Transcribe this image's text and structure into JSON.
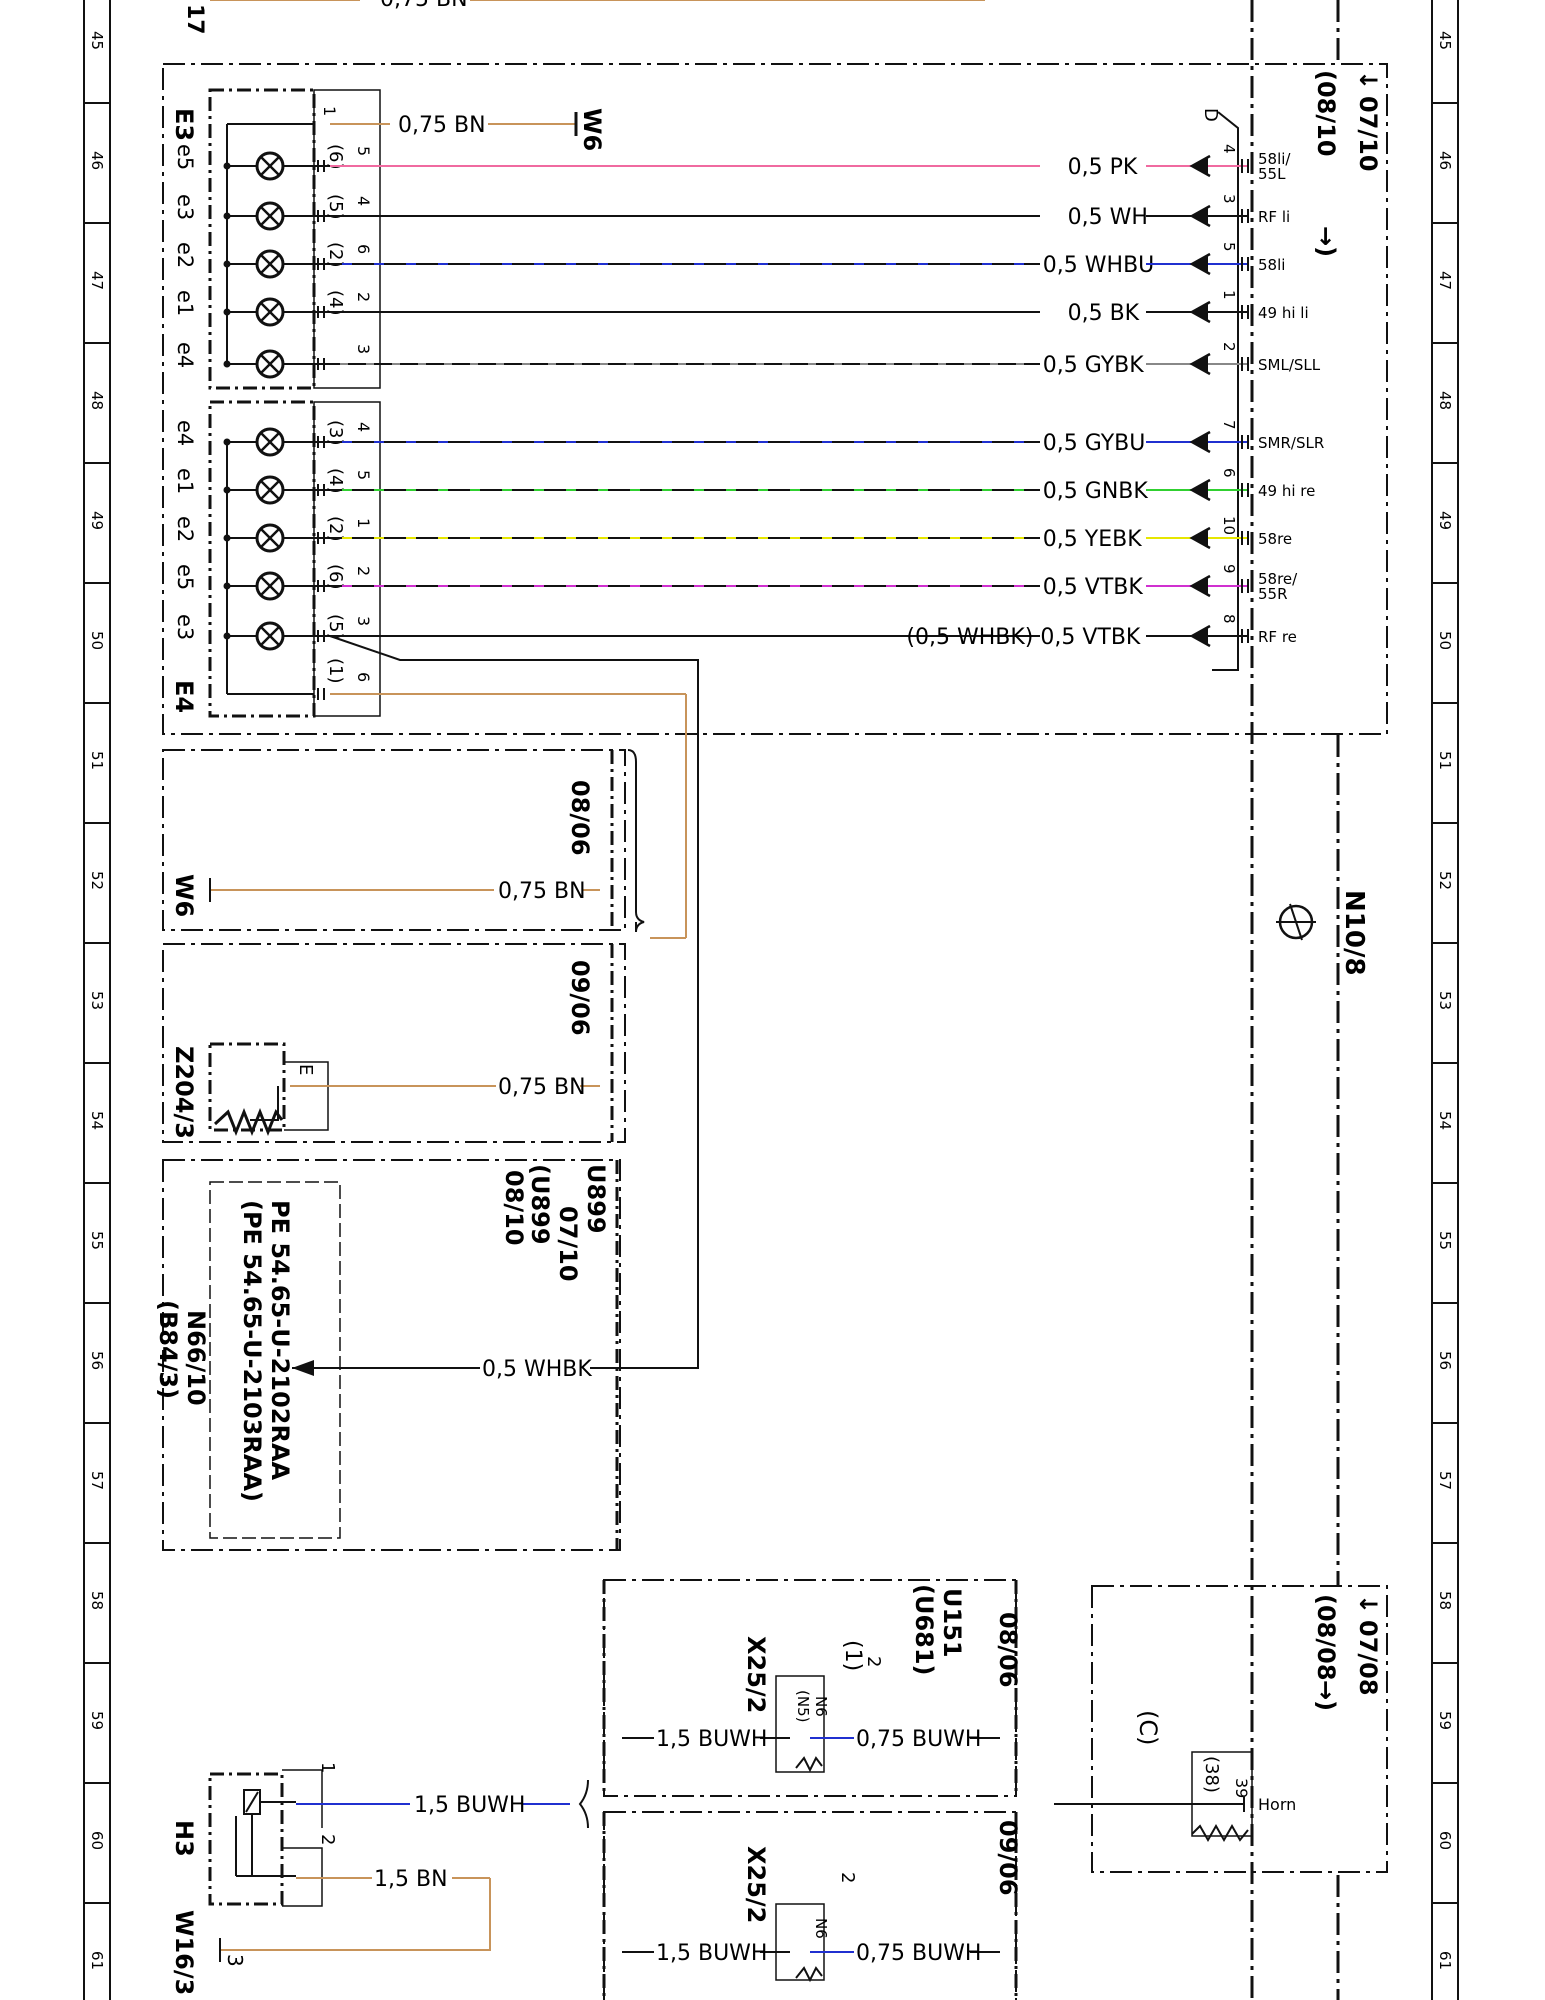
{
  "ruler": {
    "left": [
      "45",
      "46",
      "47",
      "48",
      "49",
      "50",
      "51",
      "52",
      "53",
      "54",
      "55",
      "56",
      "57",
      "58",
      "59",
      "60",
      "61"
    ],
    "right": [
      "45",
      "46",
      "47",
      "48",
      "49",
      "50",
      "51",
      "52",
      "53",
      "54",
      "55",
      "56",
      "57",
      "58",
      "59",
      "60",
      "61"
    ]
  },
  "top_partial": {
    "component": "17",
    "wire": "0,75 BN"
  },
  "e3": {
    "name": "E3",
    "w6_wire": "0,75 BN",
    "w6_label": "W6",
    "top_pin": "1",
    "lamps": [
      "e5",
      "e3",
      "e2",
      "e1",
      "e4"
    ],
    "pins_paren": [
      "(6)",
      "(5)",
      "(2)",
      "(4)",
      ""
    ],
    "pins": [
      "5",
      "4",
      "6",
      "2",
      "3"
    ]
  },
  "e4": {
    "name": "E4",
    "lamps": [
      "e4",
      "e1",
      "e2",
      "e5",
      "e3"
    ],
    "pins_paren": [
      "(3)",
      "(4)",
      "(2)",
      "(6)",
      "(5)",
      "(1)"
    ],
    "pins": [
      "4",
      "5",
      "1",
      "2",
      "3",
      "6"
    ]
  },
  "n10": {
    "name": "N10/8",
    "conn": "D",
    "date_a": "07/10",
    "date_b": "(08/10",
    "rows": [
      {
        "wire": "0,5 PK",
        "pin": "4",
        "sig": "58li/\n55L",
        "color": "#f06aa0",
        "dash": ""
      },
      {
        "wire": "0,5 WH",
        "pin": "3",
        "sig": "RF li",
        "color": "#111",
        "dash": ""
      },
      {
        "wire": "0,5 WHBU",
        "pin": "5",
        "sig": "58li",
        "color": "#2030d0",
        "dash": "22 10"
      },
      {
        "wire": "0,5 BK",
        "pin": "1",
        "sig": "49 hi li",
        "color": "#111",
        "dash": ""
      },
      {
        "wire": "0,5 GYBK",
        "pin": "2",
        "sig": "SML/SLL",
        "color": "#888",
        "dash": "18 8"
      },
      {
        "wire": "0,5 GYBU",
        "pin": "7",
        "sig": "SMR/SLR",
        "color": "#2030d0",
        "dash": "22 10"
      },
      {
        "wire": "0,5 GNBK",
        "pin": "6",
        "sig": "49 hi re",
        "color": "#30d030",
        "dash": "22 10"
      },
      {
        "wire": "0,5 YEBK",
        "pin": "10",
        "sig": "58re",
        "color": "#e6e600",
        "dash": "22 10"
      },
      {
        "wire": "0,5 VTBK",
        "pin": "9",
        "sig": "58re/\n55R",
        "color": "#d030d0",
        "dash": "22 10"
      },
      {
        "wire": "(0,5 WHBK) 0,5 VTBK",
        "pin": "8",
        "sig": "RF re",
        "color": "#111",
        "dash": ""
      }
    ]
  },
  "w6_box": {
    "label": "W6",
    "wire": "0,75 BN",
    "date": "08/06"
  },
  "z204": {
    "label": "Z204/3",
    "wire": "0,75 BN",
    "date": "09/06",
    "pin": "E"
  },
  "u899": {
    "label": "U899",
    "date1": "07/10",
    "date2": "(U899",
    "date3": "08/10",
    "pe1": "PE 54.65-U-2102RAA",
    "pe2": "(PE 54.65-U-2103RAA)",
    "n66": "N66/10",
    "n66b": "(B84/3)",
    "wire": "0,5 WHBK"
  },
  "horn_box": {
    "date_a": "07/08",
    "date_b": "(08/08",
    "pin_a": "39",
    "pin_b": "(38)",
    "pin_c": "(C)",
    "sig": "Horn"
  },
  "u151": {
    "label1": "U151",
    "label2": "(U681)",
    "date": "08/06",
    "conn": "X25/2",
    "pin": "2",
    "pin_paren": "(1)",
    "n6": "N6",
    "n5": "(N5)",
    "wire_left": "1,5 BUWH",
    "wire_right": "0,75 BUWH"
  },
  "lower_box": {
    "date": "09/06",
    "conn": "X25/2",
    "pin": "2",
    "n6": "N6",
    "wire_left": "1,5 BUWH",
    "wire_right": "0,75 BUWH"
  },
  "h3": {
    "label": "H3",
    "pin1": "1",
    "pin2": "2",
    "wire1": "1,5 BUWH",
    "wire2": "1,5 BN"
  },
  "w16": {
    "label": "W16/3",
    "pin": "3"
  }
}
